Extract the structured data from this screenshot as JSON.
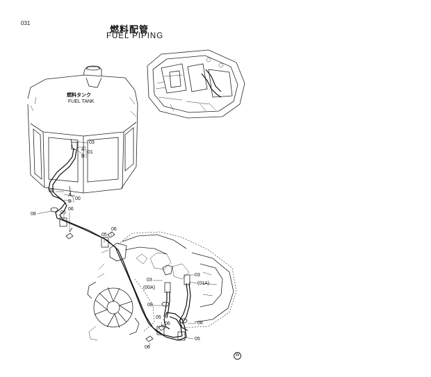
{
  "page_number": "031",
  "title_jp": "燃料配管",
  "title_en": "FUEL PIPING",
  "fuel_tank_label_jp": "燃料タンク",
  "fuel_tank_label_en": "FUEL TANK",
  "callouts": {
    "c03_top": "03",
    "a_top": "A",
    "b_top": "B",
    "c01": "01",
    "c03_mid": "03",
    "a_mid": "A",
    "b_mid": "B",
    "c00": "00",
    "c08_left": "08",
    "c05_left": "05",
    "c06_left": "06",
    "c06_center": "06",
    "c05_center": "05",
    "c03_lower": "03",
    "c00a": "(00A)",
    "c03_right": "03",
    "c01a": "(01A)",
    "c08_lower": "08",
    "c06_lower": "06",
    "c05_lower": "05",
    "c08_right": "08",
    "c05_right": "05",
    "c06_bottom": "06"
  },
  "corner_mark": "W"
}
